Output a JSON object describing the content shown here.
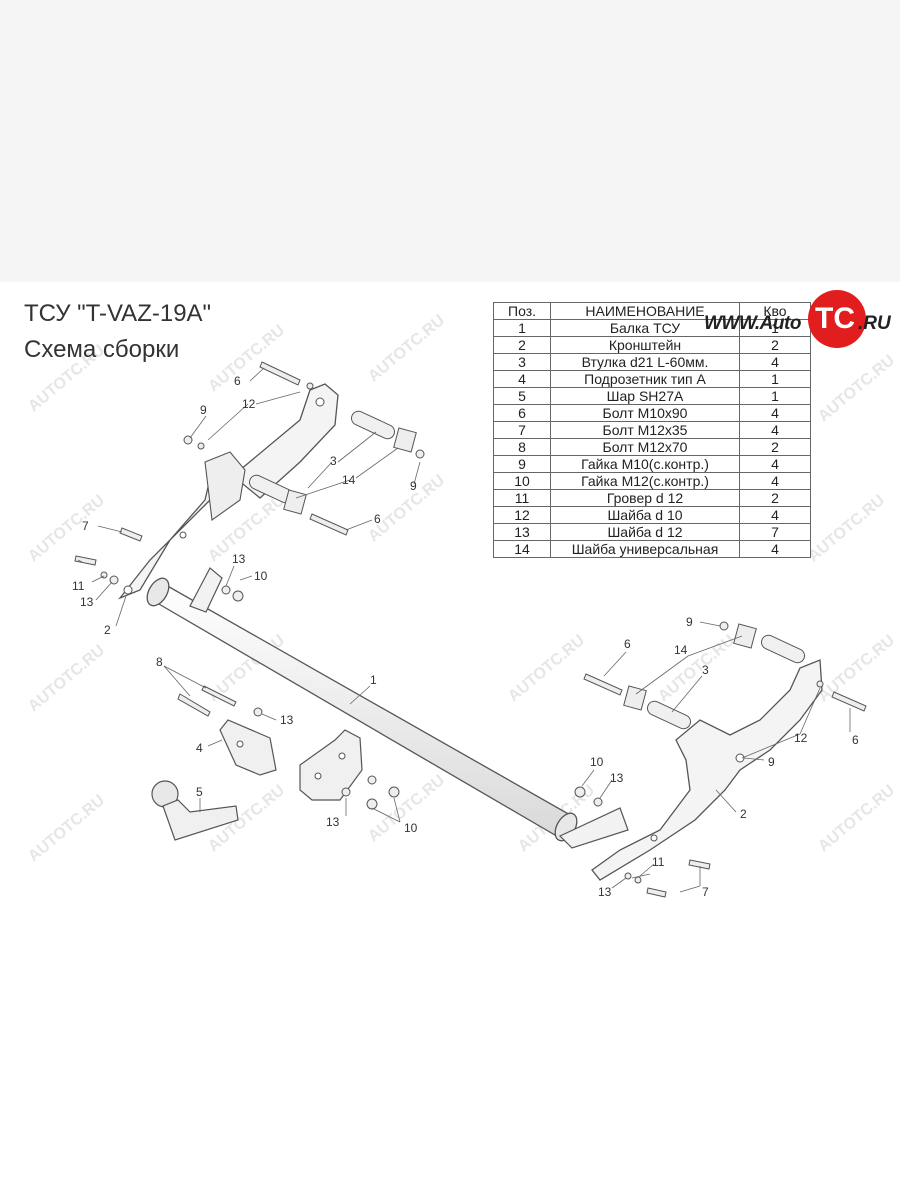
{
  "title": "ТСУ \"T-VAZ-19A\"",
  "subtitle": "Схема сборки",
  "logo": {
    "www": "WWW.Auto",
    "tc": "TC",
    "ru": ".RU",
    "accent": "#e21d1d"
  },
  "watermark": "AUTOTC.RU",
  "table": {
    "headers": [
      "Поз.",
      "НАИМЕНОВАНИЕ",
      "Кво"
    ],
    "rows": [
      [
        "1",
        "Балка ТСУ",
        "1"
      ],
      [
        "2",
        "Кронштейн",
        "2"
      ],
      [
        "3",
        "Втулка d21 L-60мм.",
        "4"
      ],
      [
        "4",
        "Подрозетник тип А",
        "1"
      ],
      [
        "5",
        "Шар SH27A",
        "1"
      ],
      [
        "6",
        "Болт M10x90",
        "4"
      ],
      [
        "7",
        "Болт M12x35",
        "4"
      ],
      [
        "8",
        "Болт M12x70",
        "2"
      ],
      [
        "9",
        "Гайка M10(с.контр.)",
        "4"
      ],
      [
        "10",
        "Гайка M12(с.контр.)",
        "4"
      ],
      [
        "11",
        "Гровер d 12",
        "2"
      ],
      [
        "12",
        "Шайба d 10",
        "4"
      ],
      [
        "13",
        "Шайба d 12",
        "7"
      ],
      [
        "14",
        "Шайба универсальная",
        "4"
      ]
    ]
  },
  "callouts": {
    "c1": "1",
    "c2": "2",
    "c3": "3",
    "c4": "4",
    "c5": "5",
    "c6": "6",
    "c7": "7",
    "c8": "8",
    "c9": "9",
    "c10": "10",
    "c11": "11",
    "c12": "12",
    "c13": "13",
    "c14": "14"
  }
}
